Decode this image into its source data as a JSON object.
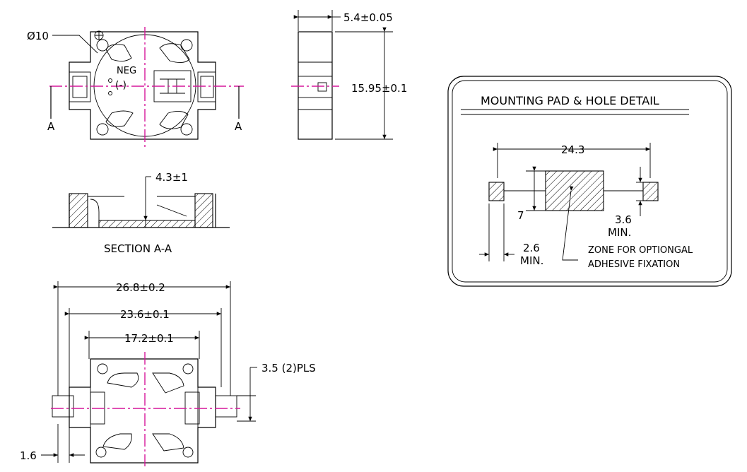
{
  "labels": {
    "phi": "Ø10",
    "neg": "NEG",
    "neg_sign": "(-)",
    "section_a_left": "A",
    "section_a_right": "A",
    "width_side": "5.4±0.05",
    "height_side": "15.95±0.1",
    "section_height": "4.3±1",
    "section_title": "SECTION A-A",
    "overall": "26.8±0.2",
    "pad_span": "23.6±0.1",
    "body_span": "17.2±0.1",
    "pad_height": "3.5 (2)PLS",
    "pad_offset": "1.6"
  },
  "detail": {
    "title": "MOUNTING PAD & HOLE DETAIL",
    "span": "24.3",
    "center_height": "7",
    "pad_width_value": "3.6",
    "pad_width_min": "MIN.",
    "pad_len_value": "2.6",
    "pad_len_min": "MIN.",
    "zone_line1": "ZONE FOR OPTIONGAL",
    "zone_line2": "ADHESIVE FIXATION"
  },
  "colors": {
    "centerline": "#d5179b",
    "ink": "#000000"
  }
}
